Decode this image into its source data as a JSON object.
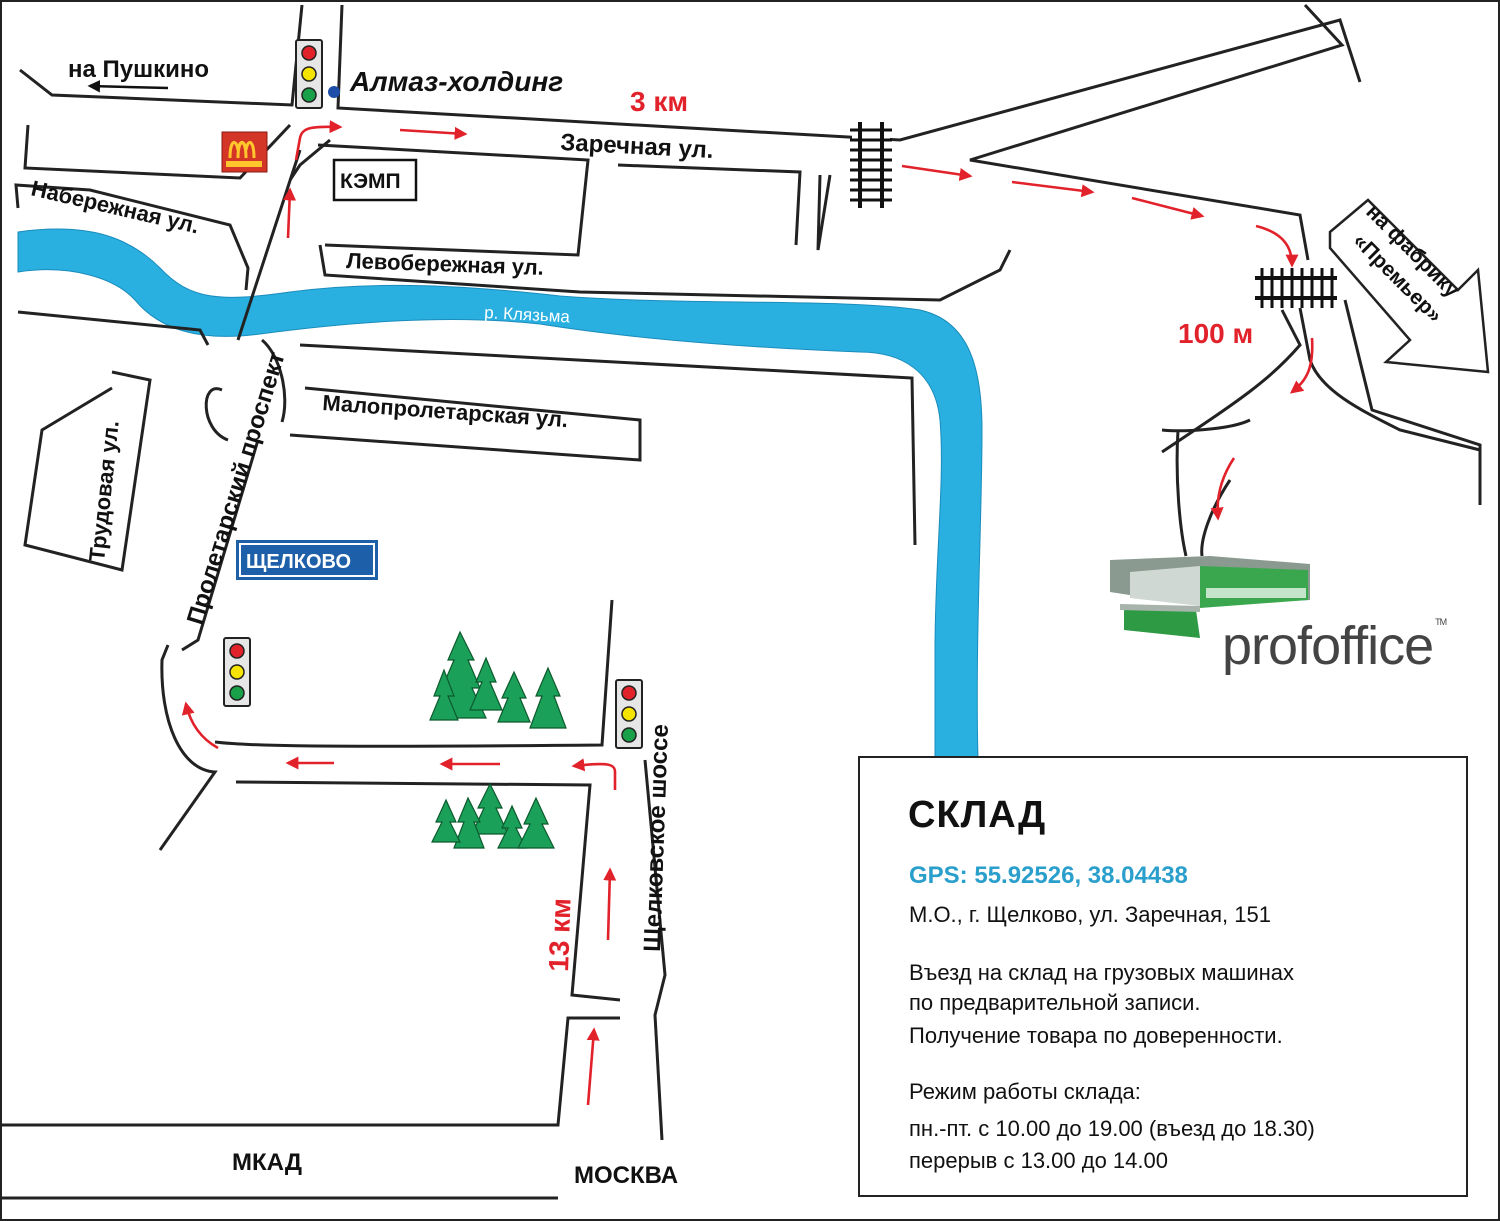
{
  "labels": {
    "pushkino": "на Пушкино",
    "almaz": "Алмаз-холдинг",
    "dist_3km": "3 км",
    "zarechnaya": "Заречная ул.",
    "kemp": "КЭМП",
    "naberezhnaya": "Набережная ул.",
    "levoberezhnaya": "Левобережная ул.",
    "river": "р. Клязьма",
    "maloproletarskaya": "Малопролетарская ул.",
    "trudovaya": "Трудовая ул.",
    "proletarsky": "Пролетарский проспект",
    "schelkovo_sign": "ЩЕЛКОВО",
    "schelkovskoe": "Щелковское шоссе",
    "dist_13km": "13 км",
    "dist_100m": "100 м",
    "factory_line1": "на фабрику",
    "factory_line2": "«Премьер»",
    "mkad": "МКАД",
    "moskva": "МОСКВА"
  },
  "info": {
    "title": "СКЛАД",
    "gps": "GPS: 55.92526, 38.04438",
    "address": "М.О., г. Щелково, ул. Заречная, 151",
    "entry_line1": "Въезд на склад на грузовых машинах",
    "entry_line2": "по предварительной записи.",
    "entry_line3": "Получение товара по доверенности.",
    "hours_title": "Режим работы склада:",
    "hours_line1": "пн.-пт. с 10.00 до 19.00 (въезд до 18.30)",
    "hours_line2": "перерыв с 13.00  до 14.00"
  },
  "brand": {
    "prefix": "prof",
    "suffix": "office",
    "tm": "TM"
  },
  "colors": {
    "route": "#e2222b",
    "river": "#2ab0e0",
    "sign": "#1d5fa8",
    "trees": "#1ba05a",
    "gps": "#2a9fcc"
  },
  "icons": [
    "traffic-light-icon",
    "mcdonalds-logo-icon",
    "railway-crossing-icon",
    "tree-icon",
    "warehouse-building-icon",
    "location-dot-icon"
  ]
}
